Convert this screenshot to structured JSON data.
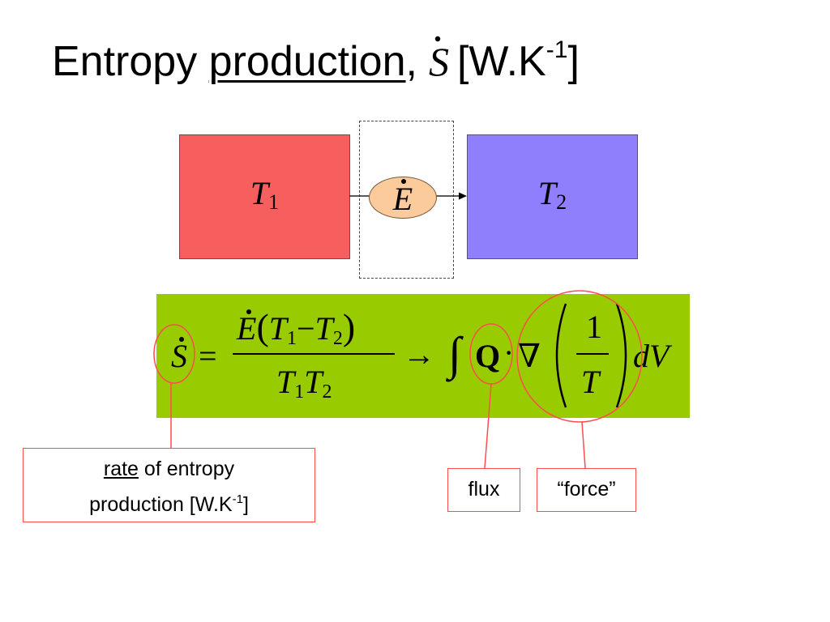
{
  "title": {
    "text": "Entropy ",
    "underlined": "production",
    "comma": ",",
    "symbol": "S",
    "unit_open": "[W.K",
    "unit_exp": "-1",
    "unit_close": "]"
  },
  "diagram": {
    "hot_reservoir": {
      "symbol": "T",
      "sub": "1"
    },
    "cold_reservoir": {
      "symbol": "T",
      "sub": "2"
    },
    "energy_flow": {
      "symbol": "E"
    }
  },
  "equation": {
    "lhs": "S",
    "equals": "=",
    "numerator_e": "E",
    "numerator_t1": "T",
    "numerator_t1_sub": "1",
    "minus": "−",
    "numerator_t2": "T",
    "numerator_t2_sub": "2",
    "denominator_t1": "T",
    "denominator_t1_sub": "1",
    "denominator_t2": "T",
    "denominator_t2_sub": "2",
    "arrow": "→",
    "integral": "∫",
    "flux_vector": "Q",
    "dot": "·",
    "nabla": "∇",
    "inner_num": "1",
    "inner_den": "T",
    "differential": "dV"
  },
  "annotations": {
    "rate": {
      "underlined": "rate",
      "line1_rest": " of entropy",
      "line2": "production [W.K",
      "line2_exp": "-1",
      "line2_close": "]"
    },
    "flux": "flux",
    "force": "“force”"
  },
  "colors": {
    "hot": "#f75f5f",
    "cold": "#8f7ffc",
    "flow": "#fbcb9b",
    "equation_bg": "#99cc00",
    "annotation": "#ff4c4c"
  }
}
